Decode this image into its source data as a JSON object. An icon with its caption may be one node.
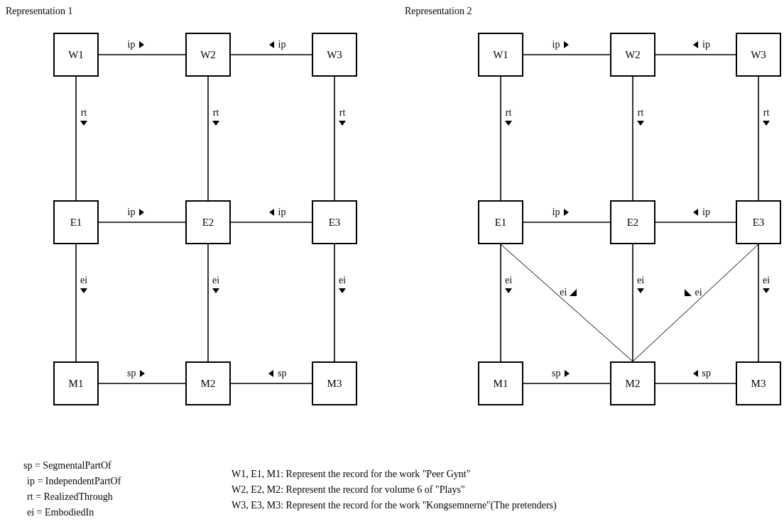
{
  "diagram": {
    "nodes": [
      {
        "text": [
          "W1"
        ]
      },
      {
        "text": [
          "W2"
        ]
      },
      {
        "text": [
          "W3"
        ]
      },
      {
        "text": [
          "E1"
        ]
      },
      {
        "text": [
          "E2"
        ]
      },
      {
        "text": [
          "E3"
        ]
      },
      {
        "text": [
          "M1"
        ]
      },
      {
        "text": [
          "M2"
        ]
      },
      {
        "text": [
          "M3"
        ]
      },
      {
        "text": [
          "W1"
        ]
      },
      {
        "text": [
          "W2"
        ]
      },
      {
        "text": [
          "W3"
        ]
      },
      {
        "text": [
          "E1"
        ]
      },
      {
        "text": [
          "E2"
        ]
      },
      {
        "text": [
          "E3"
        ]
      },
      {
        "text": [
          "M1"
        ]
      },
      {
        "text": [
          "M2"
        ]
      },
      {
        "text": [
          "M3"
        ]
      }
    ],
    "edges": [
      {
        "from": 0,
        "to": 1,
        "arrow": "none",
        "label": "ip"
      },
      {
        "from": 2,
        "to": 1,
        "arrow": "none",
        "label": "ip"
      },
      {
        "from": 0,
        "to": 3,
        "arrow": "none",
        "label": "rt"
      },
      {
        "from": 1,
        "to": 4,
        "arrow": "none",
        "label": "rt"
      },
      {
        "from": 2,
        "to": 5,
        "arrow": "none",
        "label": "rt"
      },
      {
        "from": 3,
        "to": 4,
        "arrow": "none",
        "label": "ip"
      },
      {
        "from": 5,
        "to": 4,
        "arrow": "none",
        "label": "ip"
      },
      {
        "from": 3,
        "to": 6,
        "arrow": "none",
        "label": "ei"
      },
      {
        "from": 4,
        "to": 7,
        "arrow": "none",
        "label": "ei"
      },
      {
        "from": 5,
        "to": 8,
        "arrow": "none",
        "label": "ei"
      },
      {
        "from": 6,
        "to": 7,
        "arrow": "none",
        "label": "sp"
      },
      {
        "from": 8,
        "to": 7,
        "arrow": "none",
        "label": "sp"
      },
      {
        "from": 9,
        "to": 10,
        "arrow": "none",
        "label": "ip"
      },
      {
        "from": 11,
        "to": 10,
        "arrow": "none",
        "label": "ip"
      },
      {
        "from": 9,
        "to": 12,
        "arrow": "none",
        "label": "rt"
      },
      {
        "from": 10,
        "to": 13,
        "arrow": "none",
        "label": "rt"
      },
      {
        "from": 11,
        "to": 14,
        "arrow": "none",
        "label": "rt"
      },
      {
        "from": 12,
        "to": 13,
        "arrow": "none",
        "label": "ip"
      },
      {
        "from": 14,
        "to": 13,
        "arrow": "none",
        "label": "ip"
      },
      {
        "from": 12,
        "to": 15,
        "arrow": "none",
        "label": "ei"
      },
      {
        "from": 13,
        "to": 16,
        "arrow": "none",
        "label": "ei"
      },
      {
        "from": 14,
        "to": 17,
        "arrow": "none",
        "label": "ei"
      },
      {
        "from": 15,
        "to": 16,
        "arrow": "none",
        "label": "sp"
      },
      {
        "from": 17,
        "to": 16,
        "arrow": "none",
        "label": "sp"
      },
      {
        "from": 12,
        "to": 16,
        "arrow": "none",
        "label": "ei"
      },
      {
        "from": 14,
        "to": 16,
        "arrow": "none",
        "label": "ei"
      }
    ],
    "labels": [
      "Representation 1",
      "Representation 2",
      "sp = SegmentalPartOf",
      "ip = IndependentPartOf",
      "rt = RealizedThrough",
      "ei = EmbodiedIn",
      "W1, E1, M1: Represent the record for the work \"Peer Gynt\"",
      "W2, E2, M2: Represent the record for volume 6 of \"Plays\"",
      "W3, E3, M3: Represent the record for the work \"Kongsemnerne\"(The pretenders)"
    ]
  }
}
